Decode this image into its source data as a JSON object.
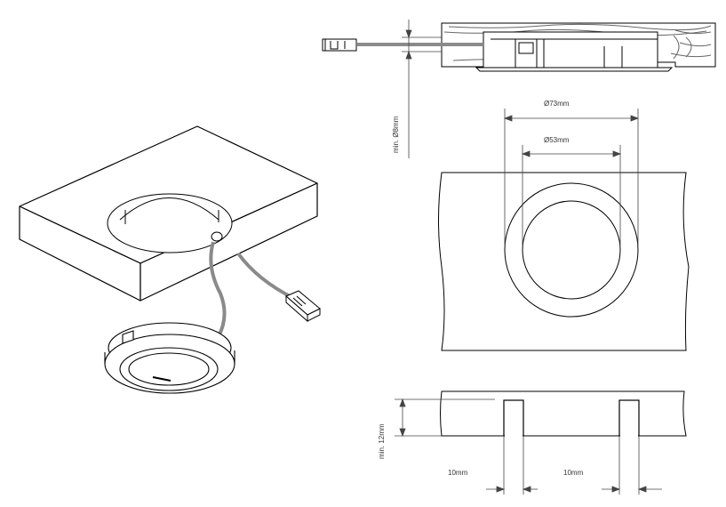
{
  "diagram": {
    "labels": {
      "outer_diameter": "Ø73mm",
      "inner_diameter": "Ø53mm",
      "cable_hole": "min. Ø8mm",
      "depth": "min. 12mm",
      "slot_left_width": "10mm",
      "slot_right_width": "10mm"
    },
    "colors": {
      "line": "#000000",
      "cable": "#8a8a8a",
      "dim_line": "#444444",
      "fill": "#ffffff"
    }
  }
}
